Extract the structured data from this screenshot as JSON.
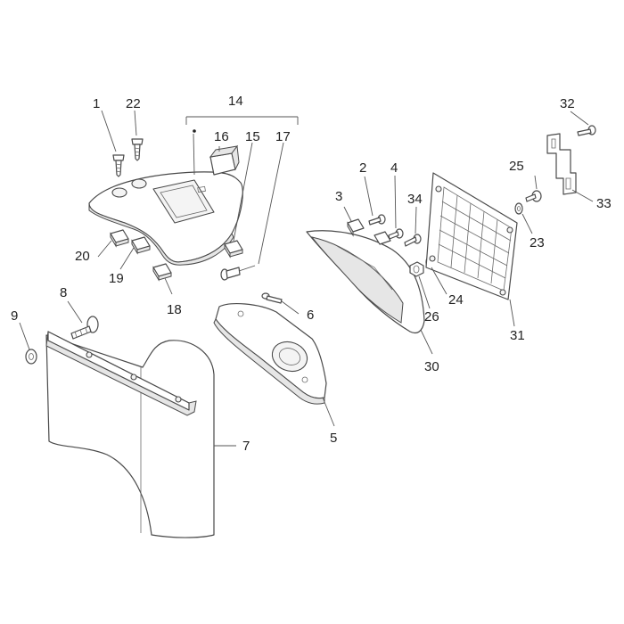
{
  "callouts": {
    "c1": "1",
    "c2": "2",
    "c3": "3",
    "c4": "4",
    "c5": "5",
    "c6": "6",
    "c7": "7",
    "c8": "8",
    "c9": "9",
    "c14": "14",
    "c15": "15",
    "c16": "16",
    "c17": "17",
    "c18": "18",
    "c19": "19",
    "c20": "20",
    "c22": "22",
    "c23": "23",
    "c24": "24",
    "c25": "25",
    "c26": "26",
    "c30": "30",
    "c31": "31",
    "c32": "32",
    "c33": "33",
    "c34": "34"
  }
}
